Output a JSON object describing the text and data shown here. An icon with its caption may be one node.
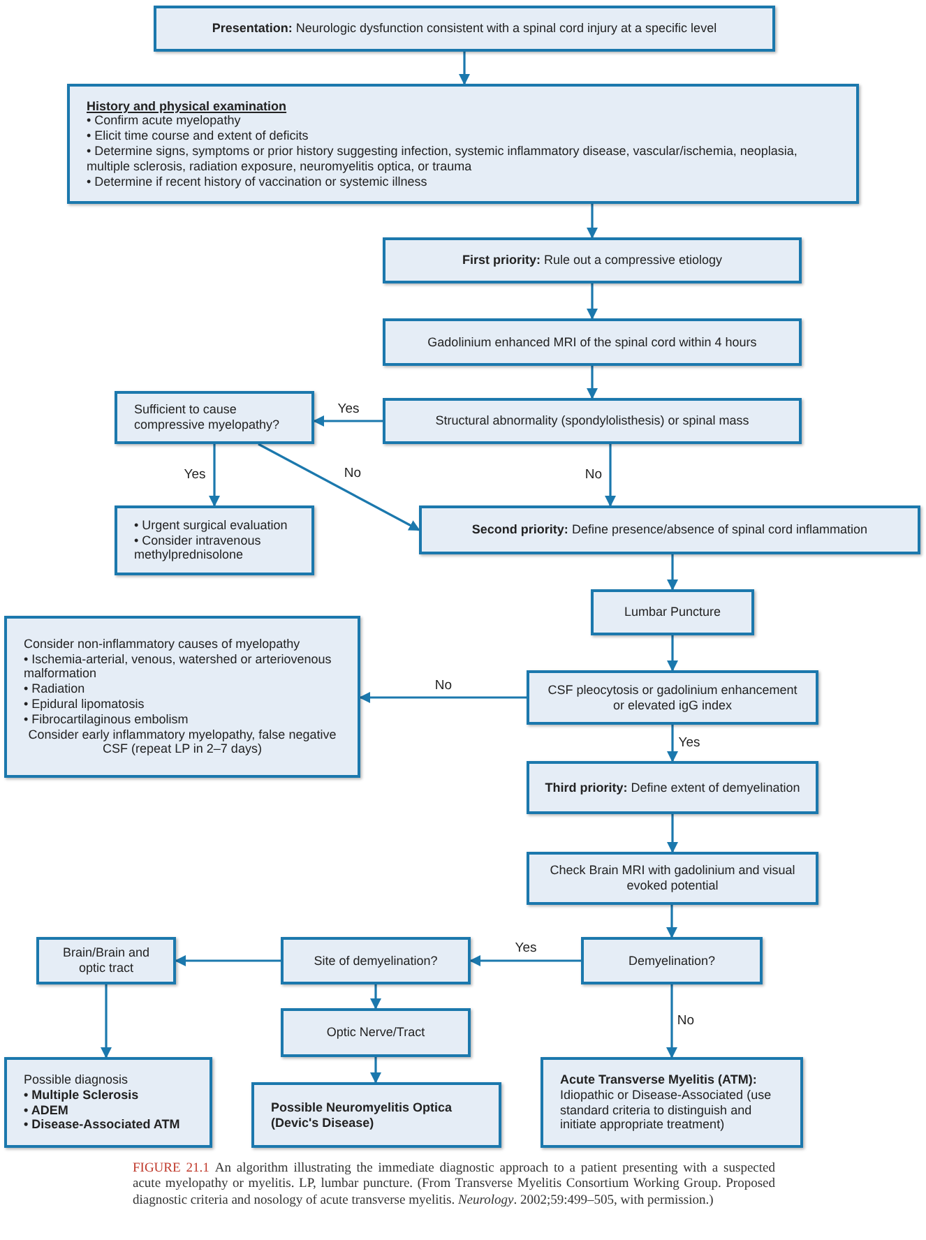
{
  "diagram": {
    "caption": "An algorithm illustrating the immediate diagnostic approach to a patient presenting with a suspected acute myelopathy or myelitis. LP, lumbar puncture. (From Transverse Myelitis Consortium Working Group. Proposed diagnostic criteria and nosology of acute transverse myelitis. *Neurology*. 2002;59:499–505, with permission.)",
    "nodes": [
      {
        "text": [
          "**Presentation:** Neurologic dysfunction consistent with a spinal cord injury at a specific level"
        ]
      },
      {
        "text": [
          "History and physical examination",
          "• Confirm acute myelopathy",
          "• Elicit time course and extent of deficits",
          "• Determine signs, symptoms or prior history suggesting infection, systemic inflammatory disease, vascular/ischemia, neoplasia, multiple sclerosis, radiation exposure, neuromyelitis optica, or trauma",
          "• Determine if recent history of vaccination or systemic illness"
        ]
      },
      {
        "text": [
          "**First priority:** Rule out a compressive etiology"
        ]
      },
      {
        "text": [
          "Gadolinium enhanced MRI of the spinal cord within 4 hours"
        ]
      },
      {
        "text": [
          "Structural abnormality (spondylolisthesis) or spinal mass"
        ]
      },
      {
        "text": [
          "Sufficient to cause compressive myelopathy?"
        ]
      },
      {
        "text": [
          "• Urgent surgical evaluation",
          "• Consider intravenous methylprednisolone"
        ]
      },
      {
        "text": [
          "**Second priority:**  Define presence/absence of spinal cord inflammation"
        ]
      },
      {
        "text": [
          "Lumbar Puncture"
        ]
      },
      {
        "text": [
          "Consider non-inflammatory causes of myelopathy",
          "• Ischemia-arterial, venous, watershed or arteriovenous malformation",
          "• Radiation",
          "• Epidural lipomatosis",
          "• Fibrocartilaginous embolism",
          "Consider early inflammatory myelopathy, false negative CSF (repeat LP in 2–7 days)"
        ]
      },
      {
        "text": [
          "CSF pleocytosis or gadolinium enhancement or elevated igG index"
        ]
      },
      {
        "text": [
          "**Third priority:**  Define extent of demyelination"
        ]
      },
      {
        "text": [
          "Check Brain MRI with gadolinium and visual evoked potential"
        ]
      },
      {
        "text": [
          "Demyelination?"
        ]
      },
      {
        "text": [
          "Site of demyelination?"
        ]
      },
      {
        "text": [
          "Brain/Brain and optic tract"
        ]
      },
      {
        "text": [
          "Optic Nerve/Tract"
        ]
      },
      {
        "text": [
          "Possible diagnosis",
          "• Multiple Sclerosis",
          "• ADEM",
          "• Disease-Associated ATM"
        ]
      },
      {
        "text": [
          "Possible Neuromyelitis Optica (Devic's Disease)"
        ]
      },
      {
        "text": [
          "Acute Transverse Myelitis (ATM):",
          "Idiopathic or Disease-Associated (use standard criteria to distinguish and initiate appropriate treatment)"
        ]
      }
    ],
    "edges": [
      {
        "from": 0,
        "to": 1,
        "arrow": "to"
      },
      {
        "from": 1,
        "to": 2,
        "arrow": "to"
      },
      {
        "from": 2,
        "to": 3,
        "arrow": "to"
      },
      {
        "from": 3,
        "to": 4,
        "arrow": "to"
      },
      {
        "from": 4,
        "to": 5,
        "arrow": "to",
        "label": "Yes"
      },
      {
        "from": 5,
        "to": 6,
        "arrow": "to",
        "label": "Yes"
      },
      {
        "from": 5,
        "to": 7,
        "arrow": "to",
        "label": "No"
      },
      {
        "from": 4,
        "to": 7,
        "arrow": "to",
        "label": "No"
      },
      {
        "from": 7,
        "to": 8,
        "arrow": "to"
      },
      {
        "from": 8,
        "to": 10,
        "arrow": "to"
      },
      {
        "from": 10,
        "to": 9,
        "arrow": "to",
        "label": "No"
      },
      {
        "from": 10,
        "to": 11,
        "arrow": "to",
        "label": "Yes"
      },
      {
        "from": 11,
        "to": 12,
        "arrow": "to"
      },
      {
        "from": 12,
        "to": 13,
        "arrow": "to"
      },
      {
        "from": 13,
        "to": 14,
        "arrow": "to",
        "label": "Yes"
      },
      {
        "from": 14,
        "to": 15,
        "arrow": "to"
      },
      {
        "from": 14,
        "to": 16,
        "arrow": "to"
      },
      {
        "from": 15,
        "to": 17,
        "arrow": "to"
      },
      {
        "from": 16,
        "to": 18,
        "arrow": "to"
      },
      {
        "from": 13,
        "to": 19,
        "arrow": "to",
        "label": "No"
      }
    ],
    "labels": [
      "FIGURE 21.1"
    ]
  }
}
